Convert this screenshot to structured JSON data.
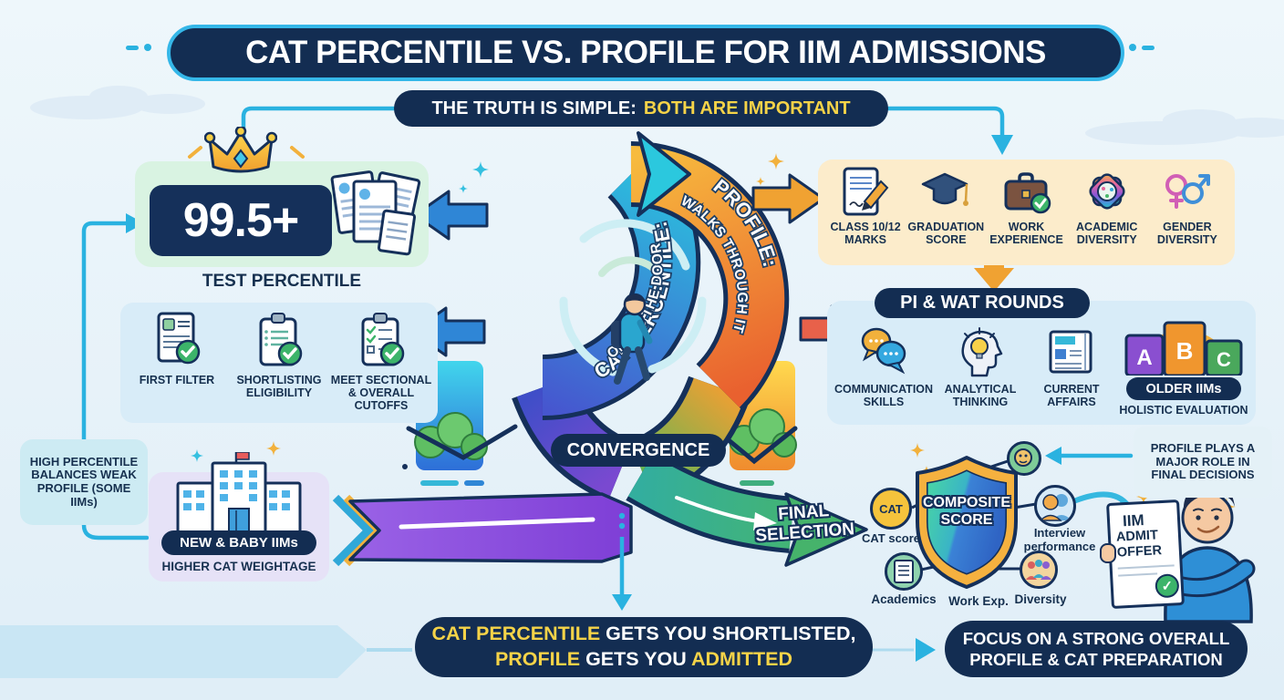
{
  "title": {
    "text": "CAT PERCENTILE VS. PROFILE FOR IIM ADMISSIONS"
  },
  "subtitle": {
    "prefix": "THE TRUTH IS SIMPLE:",
    "highlight": "BOTH ARE IMPORTANT"
  },
  "percentile": {
    "value": "99.5+",
    "label": "TEST PERCENTILE"
  },
  "filters": {
    "items": [
      {
        "label": "FIRST FILTER"
      },
      {
        "label": "SHORTLISTING ELIGIBILITY"
      },
      {
        "label": "MEET SECTIONAL & OVERALL CUTOFFS"
      }
    ]
  },
  "callout": {
    "text": "HIGH PERCENTILE BALANCES WEAK PROFILE (SOME IIMs)"
  },
  "new_iims": {
    "pill": "NEW & BABY IIMs",
    "caption": "HIGHER CAT WEIGHTAGE"
  },
  "loop": {
    "left_title": "CAT PERCENTILE:",
    "left_sub": "OPENS THE DOOR",
    "right_title": "PROFILE:",
    "right_sub": "WALKS THROUGH IT",
    "convergence": "CONVERGENCE",
    "final_line1": "FINAL",
    "final_line2": "SELECTION"
  },
  "profile_factors": {
    "items": [
      {
        "label": "CLASS 10/12 MARKS"
      },
      {
        "label": "GRADUATION SCORE"
      },
      {
        "label": "WORK EXPERIENCE"
      },
      {
        "label": "ACADEMIC DIVERSITY"
      },
      {
        "label": "GENDER DIVERSITY"
      }
    ]
  },
  "pi_wat": {
    "title": "PI & WAT ROUNDS",
    "items": [
      {
        "label": "COMMUNICATION SKILLS"
      },
      {
        "label": "ANALYTICAL THINKING"
      },
      {
        "label": "CURRENT AFFAIRS"
      }
    ],
    "blocks": [
      "A",
      "B",
      "C"
    ],
    "older_pill": "OLDER IIMs",
    "older_caption": "HOLISTIC EVALUATION"
  },
  "profile_note": {
    "text": "PROFILE PLAYS A MAJOR ROLE IN FINAL DECISIONS"
  },
  "composite": {
    "shield_line1": "COMPOSITE",
    "shield_line2": "SCORE",
    "cat_badge": "CAT",
    "cat_label": "CAT score",
    "interview_label": "Interview performance",
    "academics_label": "Academics",
    "work_label": "Work Exp.",
    "diversity_label": "Diversity"
  },
  "admit": {
    "line1": "IIM",
    "line2": "ADMIT",
    "line3": "OFFER"
  },
  "bottom_banner": {
    "hl1": "CAT PERCENTILE",
    "rest1": " GETS YOU SHORTLISTED,",
    "hl2": "PROFILE",
    "mid2": " GETS YOU ",
    "hl3": "ADMITTED"
  },
  "right_banner": {
    "text": "FOCUS ON A STRONG OVERALL PROFILE & CAT PREPARATION"
  },
  "colors": {
    "navy": "#132d52",
    "cyan": "#2ab2e0",
    "yellow": "#f5d348",
    "orange": "#f0a232",
    "purple": "#8a53d4",
    "green": "#3fae7e"
  }
}
